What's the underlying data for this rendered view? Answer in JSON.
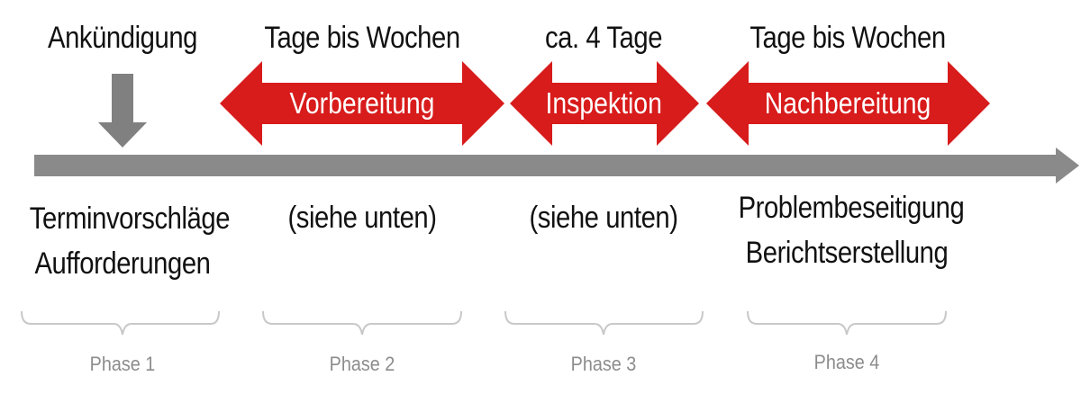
{
  "announcement": {
    "label": "Ankündigung"
  },
  "durations": [
    {
      "label": "Tage bis Wochen"
    },
    {
      "label": "ca. 4 Tage"
    },
    {
      "label": "Tage bis Wochen"
    }
  ],
  "arrows": [
    {
      "label": "Vorbereitung"
    },
    {
      "label": "Inspektion"
    },
    {
      "label": "Nachbereitung"
    }
  ],
  "phases": [
    {
      "lines": [
        "Terminvorschläge",
        "Aufforderungen"
      ],
      "name": "Phase 1"
    },
    {
      "lines": [
        "(siehe unten)"
      ],
      "name": "Phase 2"
    },
    {
      "lines": [
        "(siehe unten)"
      ],
      "name": "Phase 3"
    },
    {
      "lines": [
        "Problembeseitigung",
        "Berichtserstellung"
      ],
      "name": "Phase 4"
    }
  ],
  "colors": {
    "arrow_red": "#d81b1b",
    "timeline_gray": "#8a8a8a",
    "bracket_gray": "#c8c8c8"
  }
}
